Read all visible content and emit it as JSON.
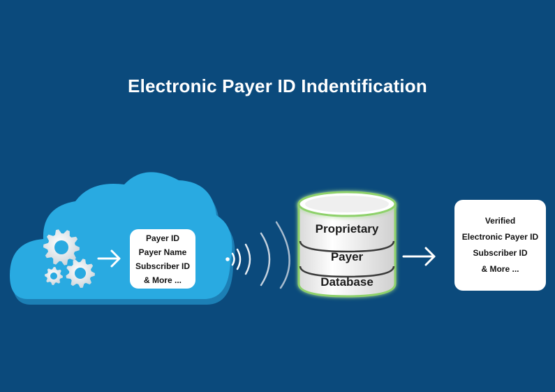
{
  "title": "Electronic Payer ID Indentification",
  "source_box": {
    "lines": [
      "Payer ID",
      "Payer Name",
      "Subscriber ID",
      "& More ..."
    ]
  },
  "database": {
    "layers": [
      "Proprietary",
      "Payer",
      "Database"
    ]
  },
  "result_box": {
    "lines": [
      "Verified",
      "Electronic Payer ID",
      "Subscriber ID",
      "& More ..."
    ]
  },
  "colors": {
    "background": "#0b4a7c",
    "cloud": "#29aae1",
    "cloud_shadow": "#1c7fb5",
    "db_glow": "#8ed16b"
  },
  "icons": [
    "cloud-icon",
    "gear-icon",
    "arrow-right-icon",
    "wireless-signal-icon",
    "database-icon"
  ]
}
